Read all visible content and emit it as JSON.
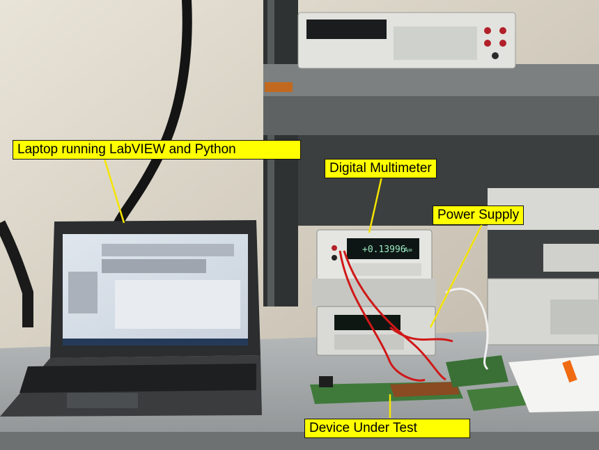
{
  "labels": {
    "laptop": "Laptop running LabVIEW and Python",
    "multimeter": "Digital Multimeter",
    "power_supply": "Power Supply",
    "dut": "Device Under Test"
  },
  "multimeter_display": {
    "reading": "+0.13996",
    "unit": "A="
  },
  "colors": {
    "callout_fill": "#ffff00",
    "leader_line": "#f5e400",
    "wall": "#cfc8ba",
    "bench": "#a9adae",
    "probe_wire": "#d01818",
    "pcb": "#3f7a3a"
  }
}
